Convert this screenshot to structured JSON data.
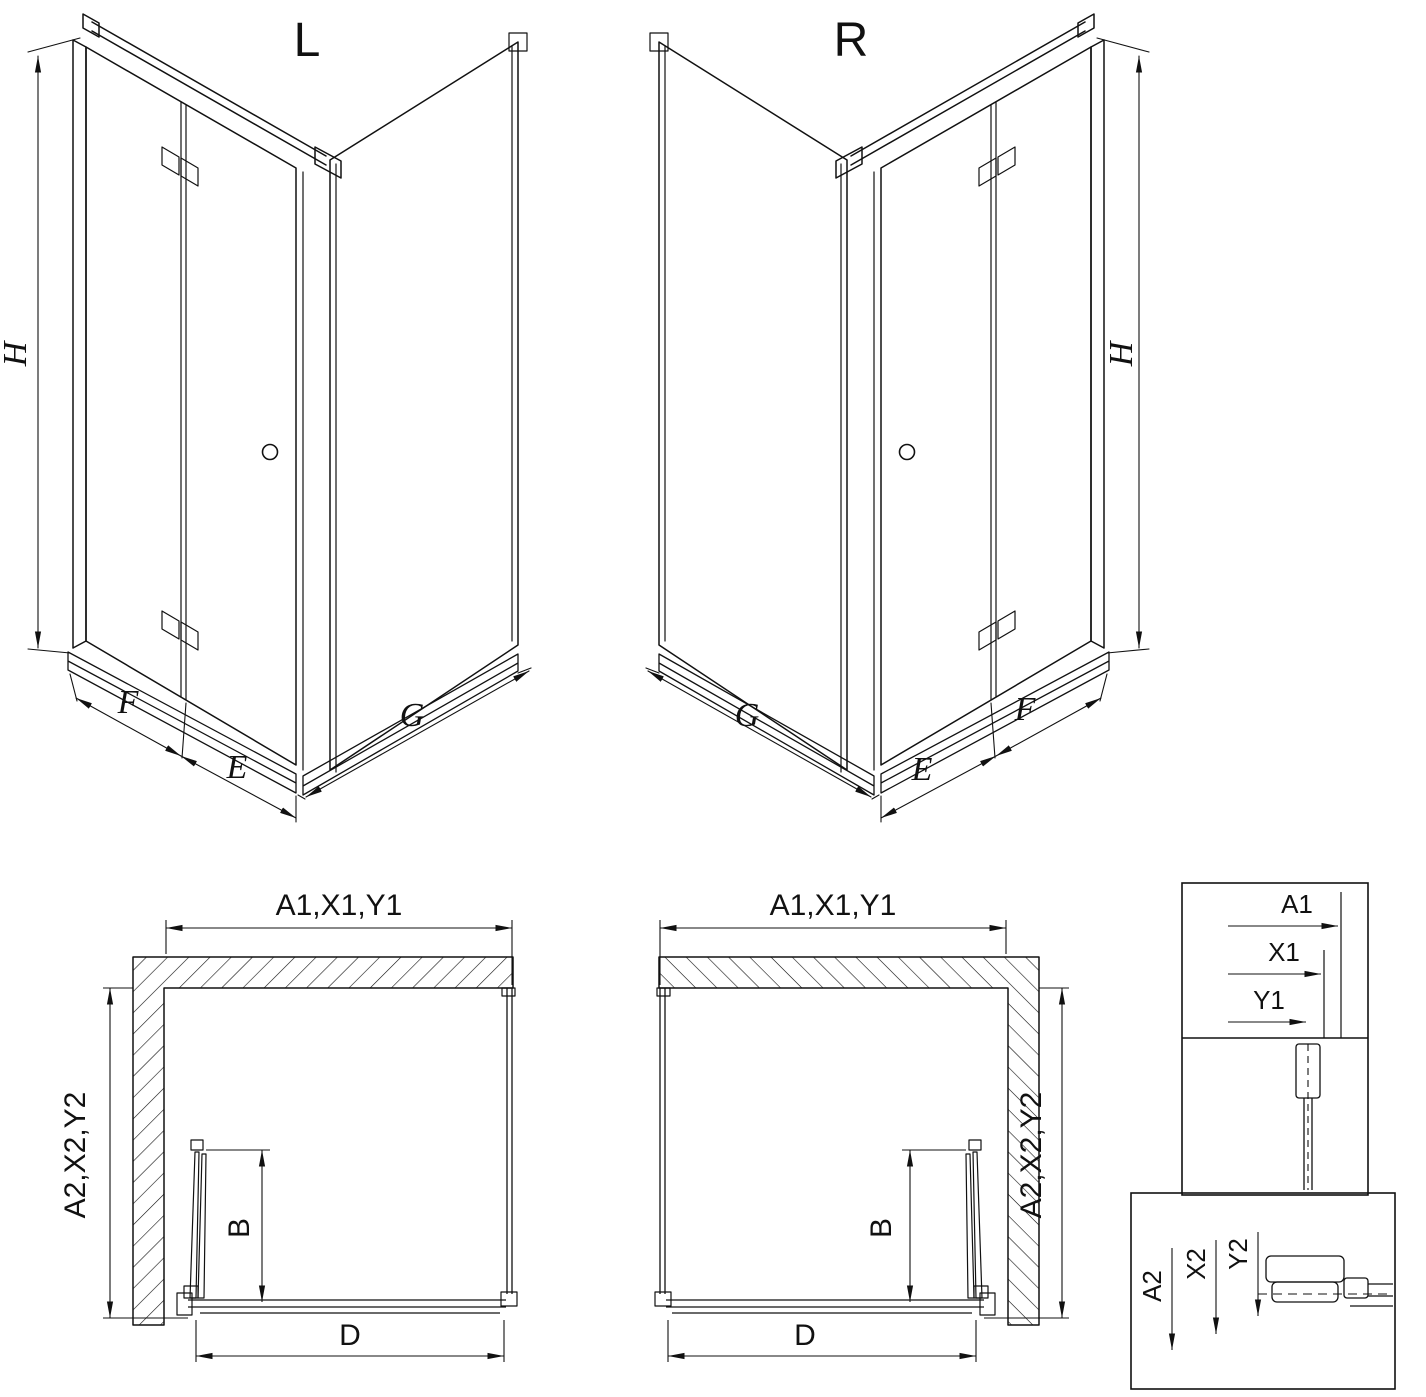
{
  "drawing": {
    "background_color": "#ffffff",
    "line_color": "#111111",
    "iso_left": {
      "title": "L",
      "dim_height": "H",
      "dim_panel_f": "F",
      "dim_panel_e": "E",
      "dim_side_panel": "G"
    },
    "iso_right": {
      "title": "R",
      "dim_height": "H",
      "dim_panel_f": "F",
      "dim_panel_e": "E",
      "dim_side_panel": "G"
    },
    "plan_left": {
      "dim_width_top": "A1,X1,Y1",
      "dim_depth_side": "A2,X2,Y2",
      "dim_door_swing": "B",
      "dim_entry_width": "D"
    },
    "plan_right": {
      "dim_width_top": "A1,X1,Y1",
      "dim_depth_side": "A2,X2,Y2",
      "dim_door_swing": "B",
      "dim_entry_width": "D"
    },
    "detail_top": {
      "dim_a": "A1",
      "dim_x": "X1",
      "dim_y": "Y1"
    },
    "detail_bottom": {
      "dim_a": "A2",
      "dim_x": "X2",
      "dim_y": "Y2"
    }
  }
}
